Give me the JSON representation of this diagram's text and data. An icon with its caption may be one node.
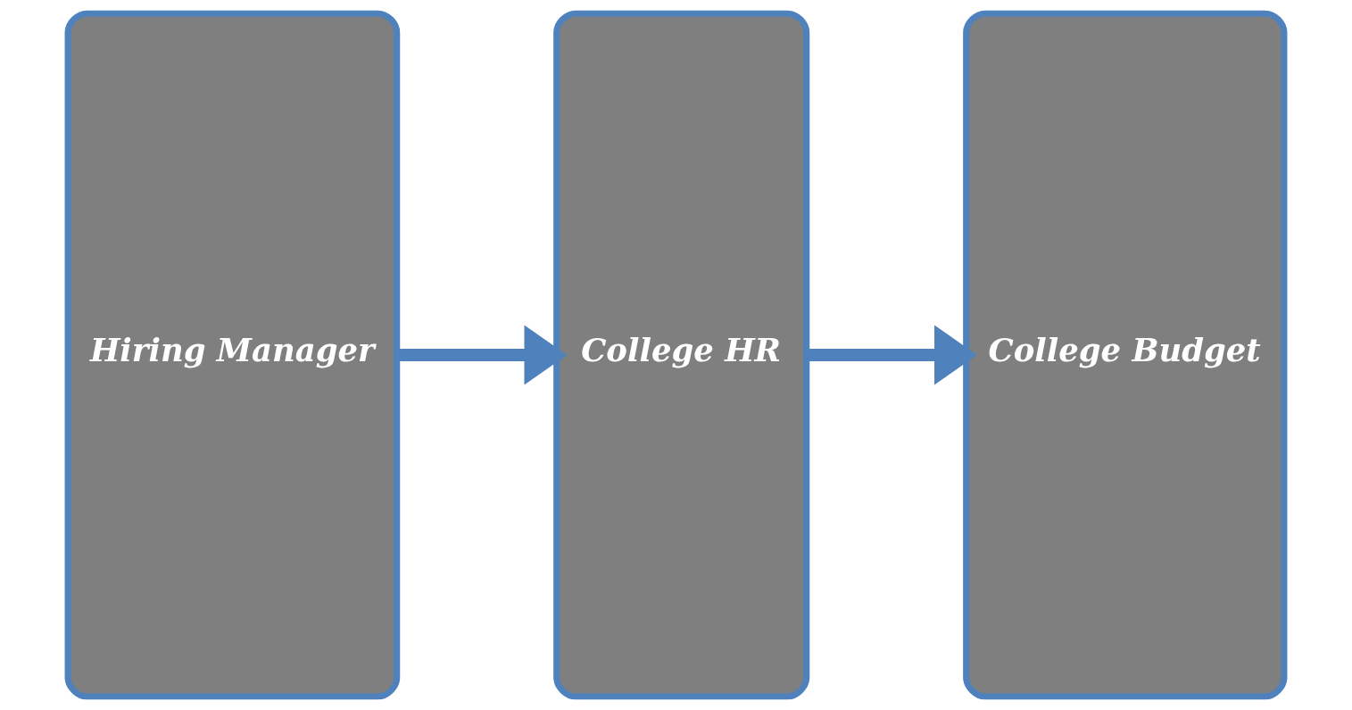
{
  "diagram": {
    "nodes": [
      {
        "text": [
          "Hiring Manager"
        ]
      },
      {
        "text": [
          "College HR"
        ]
      },
      {
        "text": [
          "College Budget"
        ]
      }
    ],
    "edges": [
      {
        "from": 0,
        "to": 1,
        "arrow": "to"
      },
      {
        "from": 1,
        "to": 2,
        "arrow": "to"
      }
    ]
  }
}
